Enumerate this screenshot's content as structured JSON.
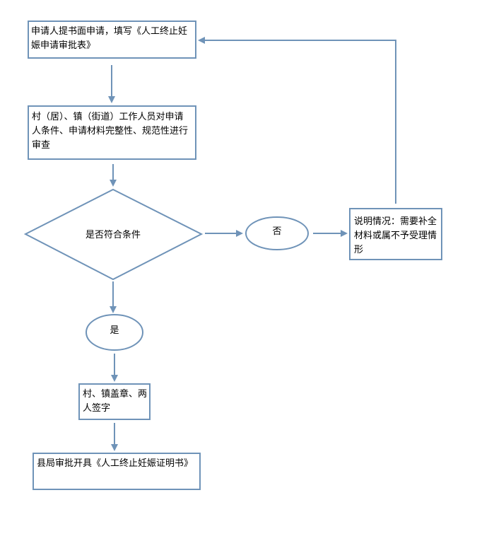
{
  "diagram": {
    "nodes": {
      "apply": {
        "text": "申请人提书面申请，填写《人工终止妊娠申请审批表》"
      },
      "review": {
        "text": "村（居）、镇（街道）工作人员对申请人条件、申请材料完整性、规范性进行审查"
      },
      "decision": {
        "text": "是否符合条件"
      },
      "no": {
        "text": "否"
      },
      "explain": {
        "text": "说明情况：需要补全材料或属不予受理情形"
      },
      "yes": {
        "text": "是"
      },
      "stamp": {
        "text": "村、镇盖章、两人签字"
      },
      "certify": {
        "text": "县局审批开具《人工终止妊娠证明书》"
      }
    },
    "colors": {
      "box_border": "#6f93b8",
      "arrow": "#6f93b8"
    }
  }
}
